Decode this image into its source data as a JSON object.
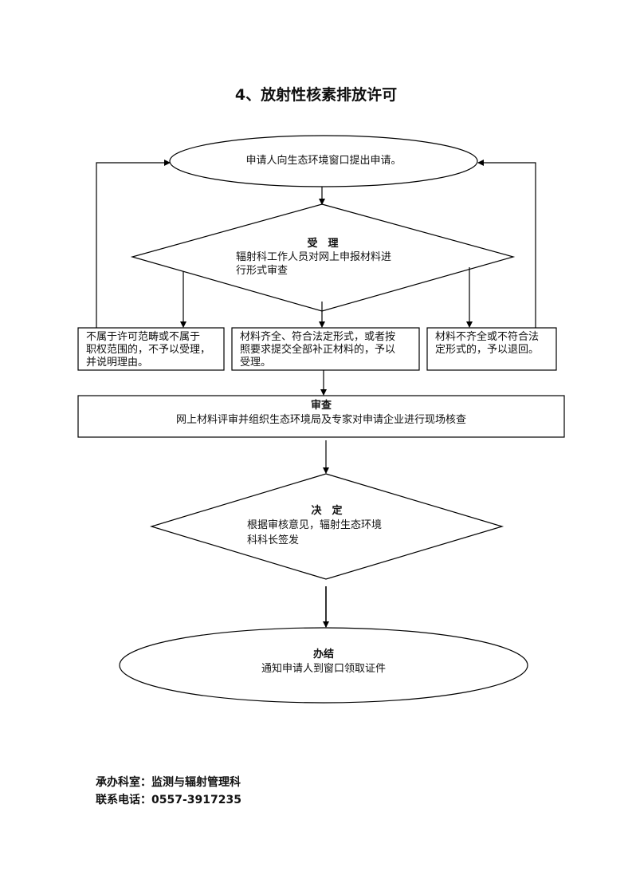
{
  "title": "4、放射性核素排放许可",
  "nodes": {
    "start": {
      "text": "申请人向生态环境窗口提出申请。"
    },
    "accept": {
      "heading": "受　理",
      "text_line1": "辐射科工作人员对网上申报材料进",
      "text_line2": "行形式审查"
    },
    "reject_scope": {
      "line1": "不属于许可范畴或不属于",
      "line2": "职权范围的，不予以受理，",
      "line3": "并说明理由。"
    },
    "accept_ok": {
      "line1": "材料齐全、符合法定形式，或者按",
      "line2": "照要求提交全部补正材料的，予以",
      "line3": "受理。"
    },
    "return": {
      "line1": "材料不齐全或不符合法",
      "line2": "定形式的，予以退回。"
    },
    "review": {
      "heading": "审查",
      "text": "网上材料评审并组织生态环境局及专家对申请企业进行现场核查"
    },
    "decision": {
      "heading": "决　定",
      "text_line1": "根据审核意见，辐射生态环境",
      "text_line2": "科科长签发"
    },
    "finish": {
      "heading": "办结",
      "text": "通知申请人到窗口领取证件"
    }
  },
  "footer": {
    "office_label": "承办科室：",
    "office_value": "监测与辐射管理科",
    "phone_label": "联系电话：",
    "phone_value": "0557-3917235"
  }
}
